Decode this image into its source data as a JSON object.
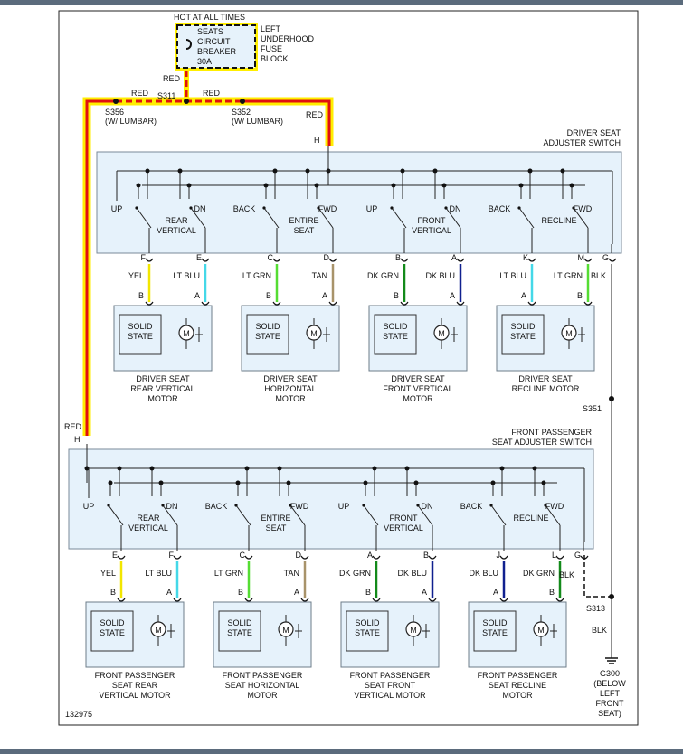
{
  "power": {
    "hot_label": "HOT AT ALL TIMES",
    "breaker": [
      "SEATS",
      "CIRCUIT",
      "BREAKER",
      "30A"
    ],
    "fuse_block": [
      "LEFT",
      "UNDERHOOD",
      "FUSE",
      "BLOCK"
    ],
    "red": "RED",
    "splice_s311": "S311",
    "splice_s356": "S356",
    "splice_s352": "S352",
    "lumbar": "(W/ LUMBAR)",
    "pin_h": "H"
  },
  "driver": {
    "title": [
      "DRIVER SEAT",
      "ADJUSTER SWITCH"
    ],
    "switches": [
      {
        "left": "UP",
        "right": "DN",
        "name": [
          "REAR",
          "VERTICAL"
        ]
      },
      {
        "left": "BACK",
        "right": "FWD",
        "name": [
          "ENTIRE",
          "SEAT"
        ]
      },
      {
        "left": "UP",
        "right": "DN",
        "name": [
          "FRONT",
          "VERTICAL"
        ]
      },
      {
        "left": "BACK",
        "right": "FWD",
        "name": [
          "RECLINE"
        ]
      }
    ],
    "wires": [
      {
        "pin": "F",
        "color": "YEL",
        "end": "B"
      },
      {
        "pin": "E",
        "color": "LT BLU",
        "end": "A"
      },
      {
        "pin": "C",
        "color": "LT GRN",
        "end": "B"
      },
      {
        "pin": "D",
        "color": "TAN",
        "end": "A"
      },
      {
        "pin": "B",
        "color": "DK GRN",
        "end": "B"
      },
      {
        "pin": "A",
        "color": "DK BLU",
        "end": "A"
      },
      {
        "pin": "K",
        "color": "LT BLU",
        "end": "A"
      },
      {
        "pin": "M",
        "color": "LT GRN",
        "end": "B"
      }
    ],
    "ground_pin": "G",
    "ground_color": "BLK",
    "motors": [
      [
        "DRIVER SEAT",
        "REAR VERTICAL",
        "MOTOR"
      ],
      [
        "DRIVER SEAT",
        "HORIZONTAL",
        "MOTOR"
      ],
      [
        "DRIVER SEAT",
        "FRONT VERTICAL",
        "MOTOR"
      ],
      [
        "DRIVER SEAT",
        "RECLINE MOTOR"
      ]
    ]
  },
  "passenger": {
    "title": [
      "FRONT PASSENGER",
      "SEAT ADJUSTER SWITCH"
    ],
    "red": "RED",
    "pin_h": "H",
    "switches": [
      {
        "left": "UP",
        "right": "DN",
        "name": [
          "REAR",
          "VERTICAL"
        ]
      },
      {
        "left": "BACK",
        "right": "FWD",
        "name": [
          "ENTIRE",
          "SEAT"
        ]
      },
      {
        "left": "UP",
        "right": "DN",
        "name": [
          "FRONT",
          "VERTICAL"
        ]
      },
      {
        "left": "BACK",
        "right": "FWD",
        "name": [
          "RECLINE"
        ]
      }
    ],
    "wires": [
      {
        "pin": "E",
        "color": "YEL",
        "end": "B"
      },
      {
        "pin": "F",
        "color": "LT BLU",
        "end": "A"
      },
      {
        "pin": "C",
        "color": "LT GRN",
        "end": "B"
      },
      {
        "pin": "D",
        "color": "TAN",
        "end": "A"
      },
      {
        "pin": "A",
        "color": "DK GRN",
        "end": "B"
      },
      {
        "pin": "B",
        "color": "DK BLU",
        "end": "A"
      },
      {
        "pin": "J",
        "color": "DK BLU",
        "end": "A"
      },
      {
        "pin": "L",
        "color": "DK GRN",
        "end": "B"
      }
    ],
    "ground_pin": "G",
    "ground_color": "BLK",
    "motors": [
      [
        "FRONT PASSENGER",
        "SEAT REAR",
        "VERTICAL MOTOR"
      ],
      [
        "FRONT PASSENGER",
        "SEAT HORIZONTAL",
        "MOTOR"
      ],
      [
        "FRONT PASSENGER",
        "SEAT FRONT",
        "VERTICAL MOTOR"
      ],
      [
        "FRONT PASSENGER",
        "SEAT RECLINE",
        "MOTOR"
      ]
    ]
  },
  "ground": {
    "s351": "S351",
    "s313": "S313",
    "blk": "BLK",
    "g300": [
      "G300",
      "(BELOW",
      "LEFT",
      "FRONT",
      "SEAT)"
    ]
  },
  "solid_state": [
    "SOLID",
    "STATE"
  ],
  "motor_symbol": "M",
  "figure_number": "132975",
  "wire_colors": {
    "YEL": "#f2e600",
    "LT BLU": "#44d8e8",
    "LT GRN": "#55dd33",
    "TAN": "#a8936a",
    "DK GRN": "#138a1a",
    "DK BLU": "#10208f",
    "RED": "#e01010",
    "HIGHLIGHT": "#ffee00"
  }
}
